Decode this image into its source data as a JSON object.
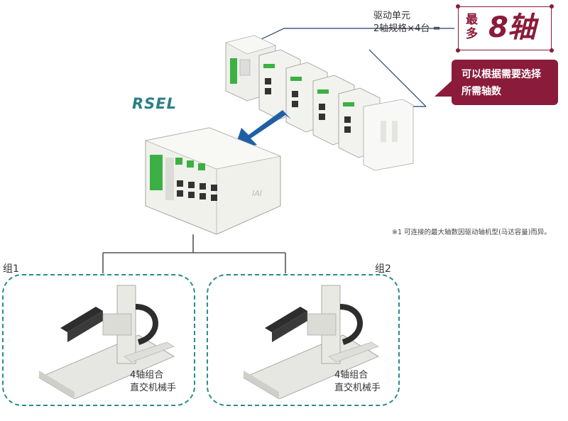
{
  "logo_text": "RSEL",
  "drive_label_line1": "驱动单元",
  "drive_label_line2": "2轴规格×4台 =",
  "badge": {
    "small_top": "最",
    "small_bottom": "多",
    "big": "8轴"
  },
  "callout": {
    "line1": "可以根据需要选择",
    "line2": "所需轴数"
  },
  "footnote": "※1 可连接的最大轴数因驱动轴机型(马达容量)而异。",
  "groups": [
    {
      "label": "组1",
      "caption_line1": "4轴组合",
      "caption_line2": "直交机械手"
    },
    {
      "label": "组2",
      "caption_line1": "4轴组合",
      "caption_line2": "直交机械手"
    }
  ],
  "colors": {
    "accent": "#8a1b3a",
    "teal": "#2a8c8c",
    "arrow": "#1f5fa6",
    "logo": "#2a7f85",
    "module_green": "#3cb043"
  }
}
